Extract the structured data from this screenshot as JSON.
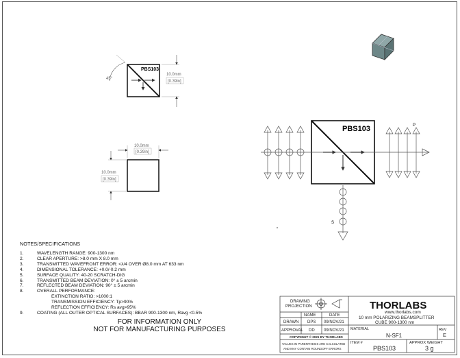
{
  "drawing": {
    "part_label": "PBS103",
    "angle_label": "45°",
    "dims": {
      "top_height_mm": "10.0mm",
      "top_height_in": "[0.39in]",
      "front_width_mm": "10.0mm",
      "front_width_in": "[0.39in]",
      "front_height_mm": "10.0mm",
      "front_height_in": "[0.39in]"
    },
    "beam_labels": {
      "p": "P",
      "s": "S"
    }
  },
  "notes": {
    "title": "NOTES/SPECIFICATIONS",
    "items": [
      {
        "num": "1.",
        "text": "WAVELENGTH RANGE: 900-1300 nm"
      },
      {
        "num": "2.",
        "text": "CLEAR APERTURE: >8.0 mm X 8.0 mm"
      },
      {
        "num": "3.",
        "text": "TRANSMITTED WAVEFRONT ERROR: <λ/4 OVER  Ø8.0 mm AT 633 nm"
      },
      {
        "num": "4.",
        "text": "DIMENSIONAL TOLERANCE: +0.0/-0.2 mm"
      },
      {
        "num": "5.",
        "text": "SURFACE QUALITY: 40-20 SCRATCH-DIG"
      },
      {
        "num": "6.",
        "text": "TRANSMITTED BEAM DEVIATION: 0° ± 5 arcmin"
      },
      {
        "num": "7.",
        "text": "REFLECTED BEAM DEVIATION: 90° ± 5 arcmin"
      },
      {
        "num": "8.",
        "text": "OVERALL PERFORMANCE:"
      }
    ],
    "sub_items": [
      "EXTINCTION RATIO: >1000:1",
      "TRANSMISSION EFFICIENCY: Tp>90%",
      "REFLECTION EFFICIENCY: Rs avg>95%"
    ],
    "item9": {
      "num": "9.",
      "text": "COATING (ALL OUTER OPTICAL SURFACES): BBAR 900-1300 nm, Ravg <0.5%"
    },
    "for_info_line1": "FOR INFORMATION ONLY",
    "for_info_line2": "NOT FOR MANUFACTURING PURPOSES"
  },
  "title_block": {
    "drawing_projection_line1": "DRAWING",
    "drawing_projection_line2": "PROJECTION",
    "col_name": "NAME",
    "col_date": "DATE",
    "drawn_label": "DRAWN",
    "drawn_name": "DPS",
    "drawn_date": "09/NOV/21",
    "approval_label": "APPROVAL",
    "approval_name": "DD",
    "approval_date": "09/NOV/21",
    "copyright": "COPYRIGHT © 2021 BY THORLABS",
    "disclaimer_line1": "VALUES IN PARENTHESIS ARE CALCULATED",
    "disclaimer_line2": "AND MAY CONTAIN ROUNDOFF ERRORS",
    "logo": "THORLABS",
    "website": "www.thorlabs.com",
    "title_line1": "10 mm POLARIZING BEAMSPLITTER",
    "title_line2": "CUBE 900-1300 nm",
    "material_label": "MATERIAL",
    "material_value": "N-SF1",
    "rev_label": "REV",
    "rev_value": "E",
    "item_label": "ITEM #",
    "item_value": "PBS103",
    "weight_label": "APPROX WEIGHT",
    "weight_value": "3 g"
  }
}
